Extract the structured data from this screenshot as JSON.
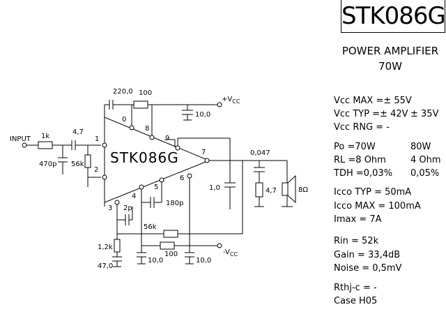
{
  "title": "STK086G",
  "subtitle_1": "POWER AMPLIFIER",
  "subtitle_2": "70W",
  "ic_label": "STK086G",
  "pins": [
    "0",
    "8",
    "9",
    "1",
    "2",
    "7",
    "3",
    "4",
    "5",
    "6"
  ],
  "components": {
    "c_in": "4,7",
    "r_in": "1k",
    "c_470p": "470p",
    "r_56k": "56k",
    "c_220": "220,0",
    "r_100_top": "100",
    "c_10_top": "10,0",
    "c_1": "1,0",
    "c_0047": "0,047",
    "r_47": "4,7",
    "speaker": "8Ω",
    "c_2p": "2p",
    "c_180p": "180p",
    "r_56k_fb": "56k",
    "r_12k": "1,2k",
    "c_47": "47,0",
    "c_10_b1": "10,0",
    "r_100_b": "100",
    "c_10_b2": "10,0",
    "input": "INPUT",
    "vcc_pos": "+V",
    "vcc_neg": "-V",
    "vcc_sub": "CC"
  },
  "specs": [
    {
      "text": "Vcc MAX =± 55V",
      "alt": ""
    },
    {
      "text": "Vcc TYP =± 42V",
      "alt": "± 35V"
    },
    {
      "text": "Vcc RNG =  -",
      "alt": ""
    },
    {
      "text": "Po  =70W",
      "alt": "80W"
    },
    {
      "text": "RL  =8 Ohm",
      "alt": "4 Ohm"
    },
    {
      "text": "TDH =0,03%",
      "alt": "0,05%"
    },
    {
      "text": "Icco TYP = 50mA",
      "alt": ""
    },
    {
      "text": "Icco MAX = 100mA",
      "alt": ""
    },
    {
      "text": "Imax =    7A",
      "alt": ""
    },
    {
      "text": "Rin   =  52k",
      "alt": ""
    },
    {
      "text": "Gain  = 33,4dB",
      "alt": ""
    },
    {
      "text": "Noise = 0,5mV",
      "alt": ""
    },
    {
      "text": "Rthj-c = -",
      "alt": ""
    },
    {
      "text": "Case  H05",
      "alt": ""
    }
  ]
}
